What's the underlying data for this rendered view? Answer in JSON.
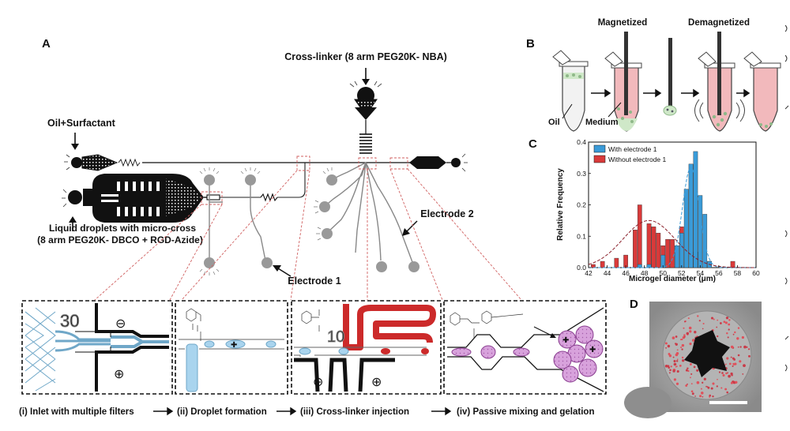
{
  "panel_a": {
    "letter": "A",
    "crosslinker": "Cross-linker (8 arm PEG20K- NBA)",
    "oil": "Oil+Surfactant",
    "droplets_line1": "Liquid droplets with micro-cross",
    "droplets_line2": "(8 arm PEG20K- DBCO + RGD-Azide)",
    "electrode1": "Electrode 1",
    "electrode2": "Electrode 2",
    "inset_number_30": "30",
    "inset_number_10": "10",
    "minus_sign": "⊖",
    "plus_sign": "⊕"
  },
  "steps": [
    {
      "label": "(i) Inlet with multiple filters"
    },
    {
      "label": "(ii) Droplet formation"
    },
    {
      "label": "(iii) Cross-linker injection"
    },
    {
      "label": "(iv) Passive mixing and gelation"
    }
  ],
  "panel_b": {
    "letter": "B",
    "magnetized": "Magnetized",
    "demagnetized": "Demagnetized",
    "oil": "Oil",
    "medium": "Medium"
  },
  "panel_c": {
    "letter": "C",
    "chart_data": {
      "type": "bar",
      "title": "",
      "xlabel": "Microgel diameter (μm)",
      "ylabel": "Relative Frequency",
      "xlim": [
        42,
        60
      ],
      "ylim": [
        0.0,
        0.4
      ],
      "x_ticks": [
        "42",
        "44",
        "46",
        "48",
        "50",
        "52",
        "54",
        "56",
        "58",
        "60"
      ],
      "y_ticks": [
        "0.0",
        "0.1",
        "0.2",
        "0.3",
        "0.4"
      ],
      "legend_position": "top-left",
      "series": [
        {
          "name": "With electrode 1",
          "color": "#3a9bd8",
          "x": [
            47.5,
            48.5,
            50.0,
            51.5,
            52.0,
            52.5,
            53.0,
            53.5,
            54.0,
            54.5,
            55.0
          ],
          "values": [
            0.01,
            0.01,
            0.04,
            0.07,
            0.11,
            0.25,
            0.33,
            0.37,
            0.23,
            0.17,
            0.02
          ],
          "fit_peak": 53.0,
          "fit_sigma": 0.9,
          "fit_height": 0.32
        },
        {
          "name": "Without electrode 1",
          "color": "#d93a3a",
          "x": [
            42.5,
            43.5,
            45.0,
            46.0,
            47.0,
            47.5,
            48.5,
            49.0,
            49.5,
            50.0,
            50.5,
            51.0,
            52.0,
            53.5,
            55.0,
            57.5
          ],
          "values": [
            0.01,
            0.02,
            0.03,
            0.04,
            0.12,
            0.2,
            0.14,
            0.13,
            0.11,
            0.07,
            0.09,
            0.09,
            0.13,
            0.05,
            0.02,
            0.02
          ],
          "fit_peak": 48.5,
          "fit_sigma": 2.8,
          "fit_height": 0.15
        }
      ]
    }
  },
  "panel_d": {
    "letter": "D"
  },
  "colors": {
    "droplet_blue": "#a9d4ee",
    "crosslinker_red": "#cc2a2a",
    "gel_purple": "#d8a2dc",
    "medium_pink": "#f2b9bc",
    "bead_green": "#cfe8c8"
  }
}
